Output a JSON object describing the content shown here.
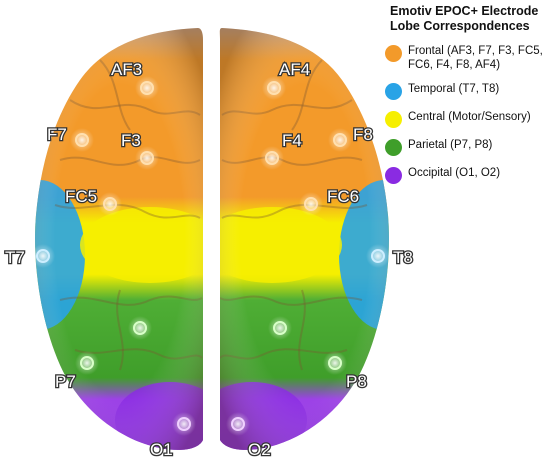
{
  "legend": {
    "title_line1": "Emotiv EPOC+ Electrode",
    "title_line2": "Lobe Correspondences",
    "items": [
      {
        "text": "Frontal (AF3, F7, F3, FC5, FC6, F4, F8, AF4)",
        "color": "#f39a2a"
      },
      {
        "text": "Temporal (T7, T8)",
        "color": "#29a3e6"
      },
      {
        "text": "Central (Motor/Sensory)",
        "color": "#f6ef00"
      },
      {
        "text": "Parietal (P7, P8)",
        "color": "#3f9e2a"
      },
      {
        "text": "Occipital (O1, O2)",
        "color": "#8a2be2"
      }
    ]
  },
  "electrodes": [
    "AF3",
    "AF4",
    "F7",
    "F3",
    "F4",
    "F8",
    "FC5",
    "FC6",
    "T7",
    "T8",
    "P7",
    "P8",
    "O1",
    "O2"
  ],
  "colors": {
    "frontal": "#f39a2a",
    "temporal": "#29a3e6",
    "central": "#f6ef00",
    "parietal": "#3f9e2a",
    "occipital": "#8a2be2"
  }
}
